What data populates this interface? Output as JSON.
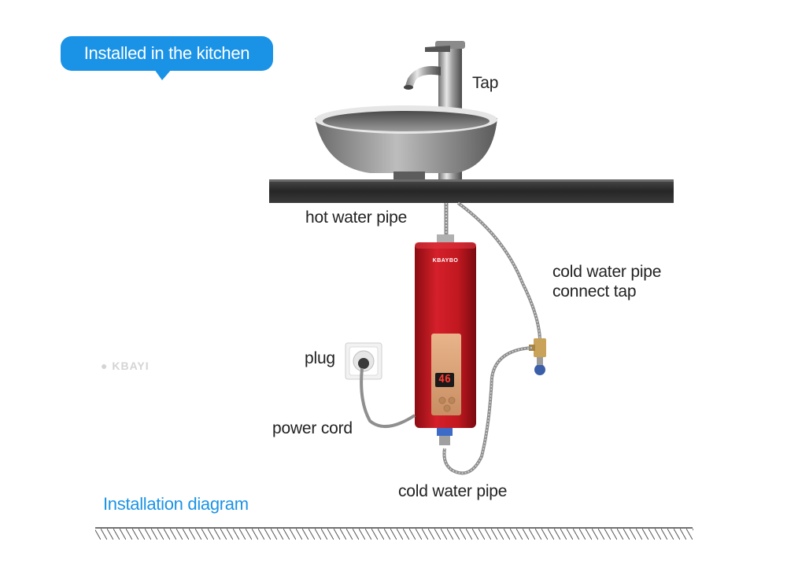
{
  "banner": {
    "text": "Installed in the kitchen"
  },
  "labels": {
    "tap": "Tap",
    "hot_water_pipe": "hot water pipe",
    "cold_water_pipe_connect_tap_line1": "cold water pipe",
    "cold_water_pipe_connect_tap_line2": "connect tap",
    "plug": "plug",
    "power_cord": "power cord",
    "cold_water_pipe": "cold water pipe"
  },
  "heater": {
    "brand": "KBAYBO",
    "display_value": "46"
  },
  "watermark": {
    "text": "KBAYI"
  },
  "footer": {
    "title": "Installation diagram"
  },
  "colors": {
    "accent": "#1a93e6",
    "heater_body": "#b5121b",
    "countertop": "#2b2b2b"
  }
}
